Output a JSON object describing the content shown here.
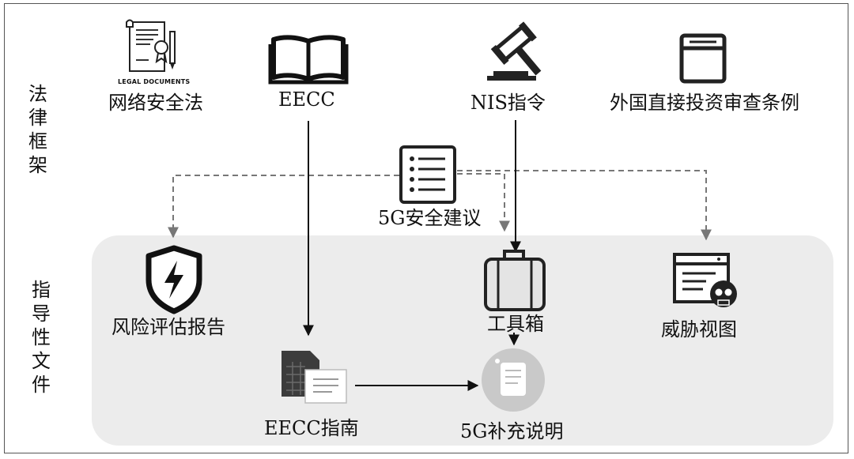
{
  "row_labels": {
    "legal": [
      "法",
      "律",
      "框",
      "架"
    ],
    "guidance": [
      "指",
      "导",
      "性",
      "文",
      "件"
    ]
  },
  "legal_framework": {
    "cyber_law": "网络安全法",
    "legal_documents_caption": "LEGAL DOCUMENTS",
    "eecc": "EECC",
    "nis": "NIS指令",
    "fdi": "外国直接投资审查条例"
  },
  "middle": {
    "recommendation": "5G安全建议"
  },
  "guidance_docs": {
    "risk_report": "风险评估报告",
    "toolbox": "工具箱",
    "threat_view": "威胁视图",
    "eecc_guide": "EECC指南",
    "supplement": "5G补充说明"
  },
  "colors": {
    "guidance_background": "#ececec",
    "line": "#111111",
    "dashed_line": "#777777"
  }
}
